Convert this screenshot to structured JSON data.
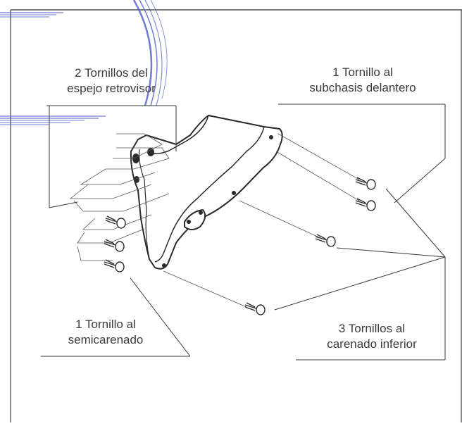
{
  "labels": {
    "mirror": {
      "line1": "2 Tornillos del",
      "line2": "espejo retrovisor"
    },
    "subframe": {
      "line1": "1 Tornillo al",
      "line2": "subchasis delantero"
    },
    "semi_fairing": {
      "line1": "1 Tornillo al",
      "line2": "semicarenado"
    },
    "lower_fairing": {
      "line1": "3 Tornillos al",
      "line2": "carenado inferior"
    }
  },
  "colors": {
    "ink": "#3a3a3a",
    "watermark": "#4d5fc8",
    "paper": "#ffffff",
    "frame": "#555555"
  },
  "icons": [
    "screw-icon",
    "watermark-stripes"
  ]
}
